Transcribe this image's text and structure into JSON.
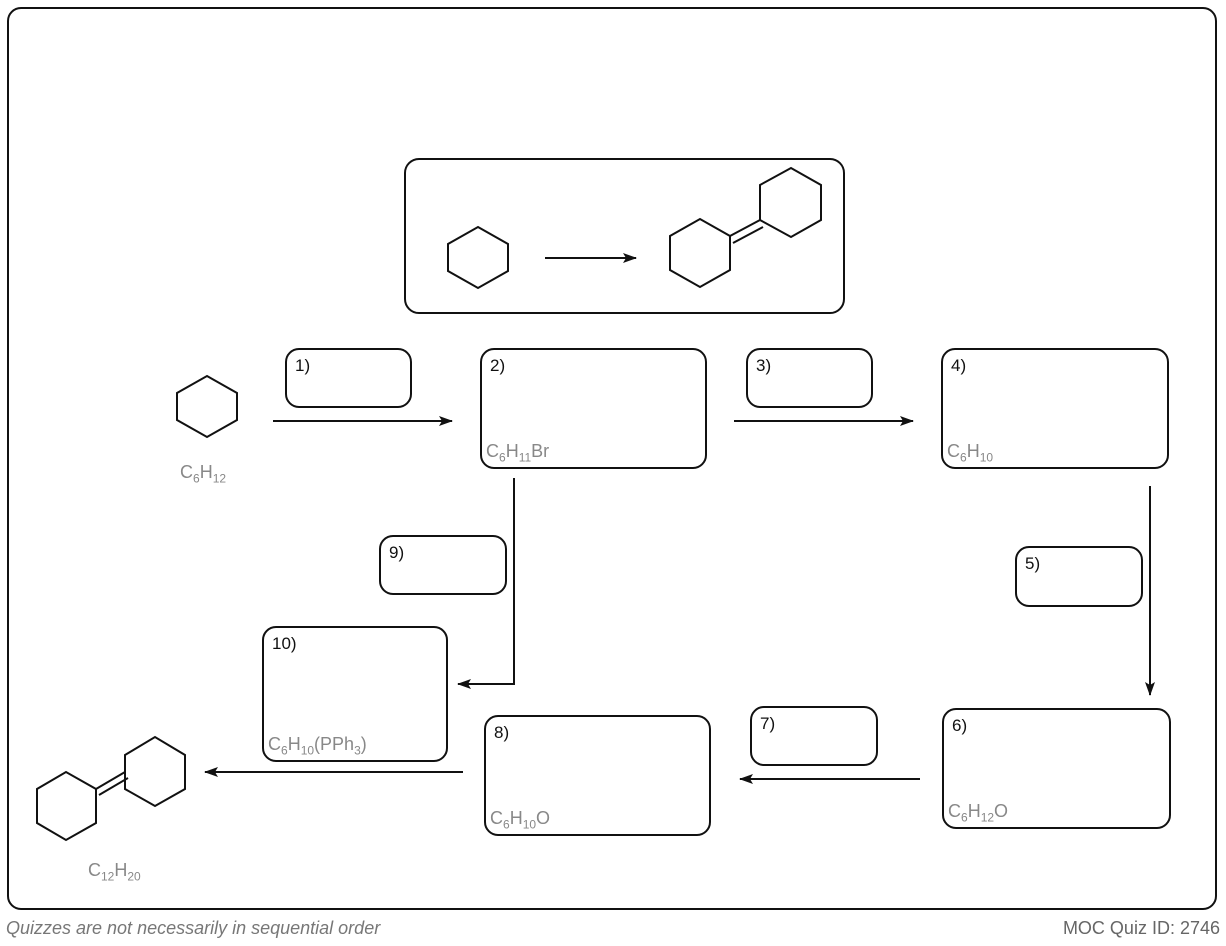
{
  "boxes": [
    {
      "id": "step-1",
      "number": "1)"
    },
    {
      "id": "step-2",
      "number": "2)",
      "formula": {
        "parts": [
          "C",
          "6",
          "H",
          "11",
          "Br"
        ]
      }
    },
    {
      "id": "step-3",
      "number": "3)"
    },
    {
      "id": "step-4",
      "number": "4)",
      "formula": {
        "parts": [
          "C",
          "6",
          "H",
          "10"
        ]
      }
    },
    {
      "id": "step-5",
      "number": "5)"
    },
    {
      "id": "step-6",
      "number": "6)",
      "formula": {
        "parts": [
          "C",
          "6",
          "H",
          "12",
          "O"
        ]
      }
    },
    {
      "id": "step-7",
      "number": "7)"
    },
    {
      "id": "step-8",
      "number": "8)",
      "formula": {
        "parts": [
          "C",
          "6",
          "H",
          "10",
          "O"
        ]
      }
    },
    {
      "id": "step-9",
      "number": "9)"
    },
    {
      "id": "step-10",
      "number": "10)",
      "formula": {
        "parts": [
          "C",
          "6",
          "H",
          "10",
          "(PPh",
          "3",
          ")"
        ]
      }
    }
  ],
  "start_molecule": {
    "name": "cyclohexane",
    "formula": {
      "parts": [
        "C",
        "6",
        "H",
        "12"
      ]
    }
  },
  "end_molecule": {
    "name": "cyclohexylidenecyclohexane",
    "formula": {
      "parts": [
        "C",
        "12",
        "H",
        "20"
      ]
    }
  },
  "footer": {
    "left": "Quizzes are not necessarily in sequential order",
    "right": "MOC Quiz ID: 2746"
  }
}
